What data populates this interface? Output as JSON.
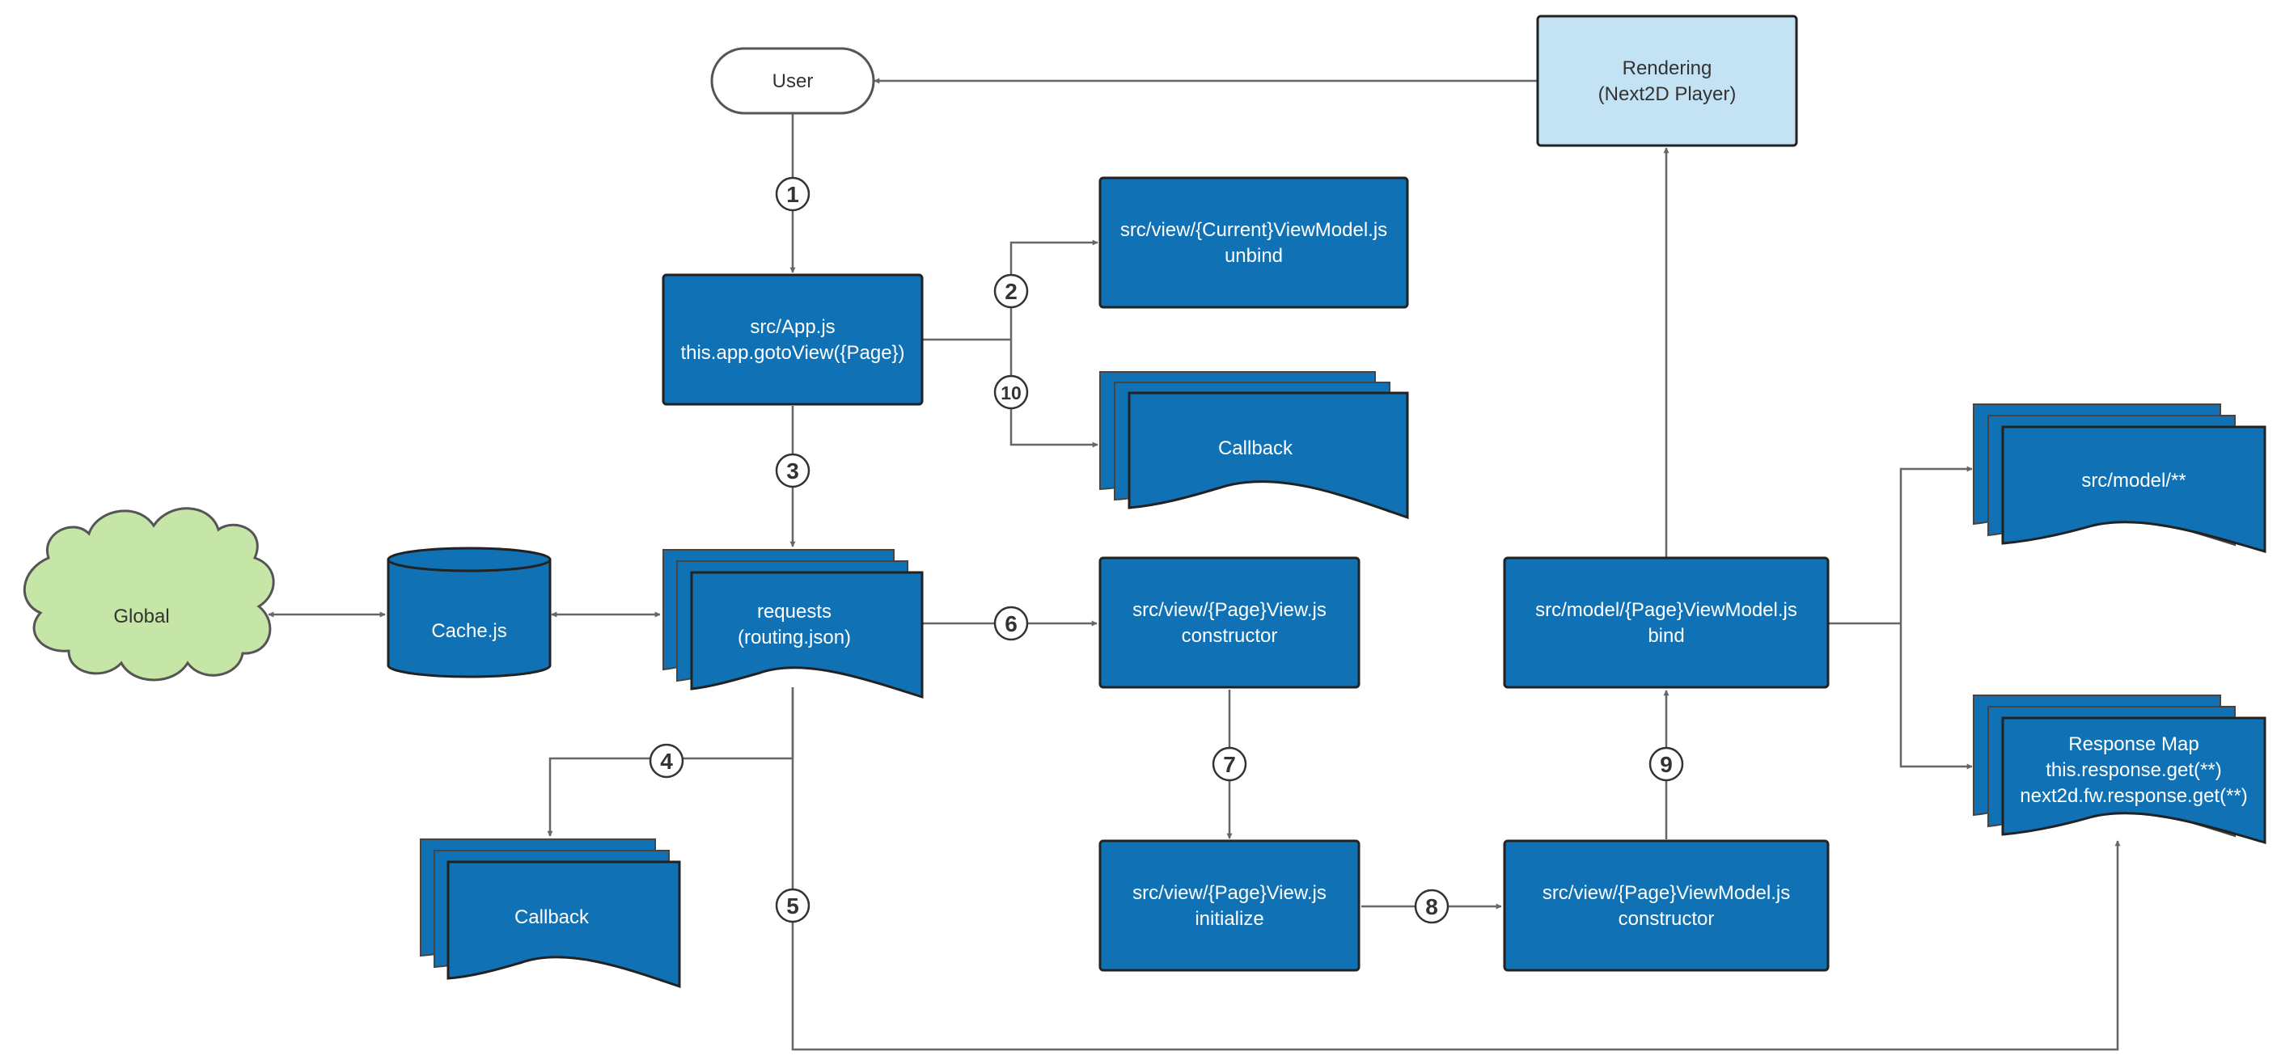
{
  "colors": {
    "process_fill": "#1071b5",
    "rendering_fill": "#c3e3f5",
    "global_fill": "#c6e6a8",
    "user_fill": "#ffffff",
    "connector": "#666666"
  },
  "nodes": {
    "user": {
      "label": "User"
    },
    "rendering": {
      "line1": "Rendering",
      "line2": "(Next2D Player)"
    },
    "app": {
      "line1": "src/App.js",
      "line2": "this.app.gotoView({Page})"
    },
    "current_vm": {
      "line1": "src/view/{Current}ViewModel.js",
      "line2": "unbind"
    },
    "callback_top": {
      "label": "Callback"
    },
    "requests": {
      "line1": "requests",
      "line2": "(routing.json)"
    },
    "global": {
      "label": "Global"
    },
    "cache": {
      "label": "Cache.js"
    },
    "callback_bottom": {
      "label": "Callback"
    },
    "view_ctor": {
      "line1": "src/view/{Page}View.js",
      "line2": "constructor"
    },
    "view_init": {
      "line1": "src/view/{Page}View.js",
      "line2": "initialize"
    },
    "vm_ctor": {
      "line1": "src/view/{Page}ViewModel.js",
      "line2": "constructor"
    },
    "vm_bind": {
      "line1": "src/model/{Page}ViewModel.js",
      "line2": "bind"
    },
    "model": {
      "label": "src/model/**"
    },
    "response_map": {
      "line1": "Response Map",
      "line2": "this.response.get(**)",
      "line3": "next2d.fw.response.get(**)"
    }
  },
  "steps": [
    "1",
    "2",
    "3",
    "4",
    "5",
    "6",
    "7",
    "8",
    "9",
    "10"
  ]
}
